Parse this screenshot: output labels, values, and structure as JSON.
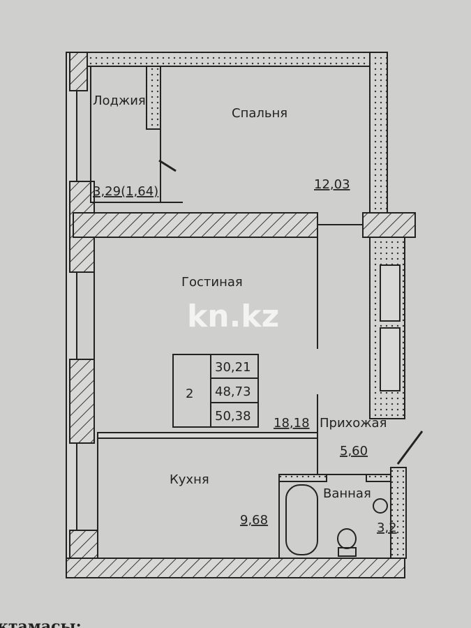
{
  "rooms": {
    "loggia": {
      "name": "Лоджия",
      "area": "3,29(1,64)"
    },
    "bedroom": {
      "name": "Спальня",
      "area": "12,03"
    },
    "living": {
      "name": "Гостиная",
      "area": "18,18"
    },
    "hall": {
      "name": "Прихожая",
      "area": "5,60"
    },
    "kitchen": {
      "name": "Кухня",
      "area": "9,68"
    },
    "bathroom": {
      "name": "Ванная",
      "area": "3,2"
    }
  },
  "summary": {
    "rooms_count": "2",
    "living_area": "30,21",
    "total_area": "48,73",
    "total_with_loggia": "50,38"
  },
  "watermark": "kn.kz",
  "footer_text": "ктамасы:",
  "colors": {
    "background": "#cfcfcd",
    "lines": "#222222"
  }
}
